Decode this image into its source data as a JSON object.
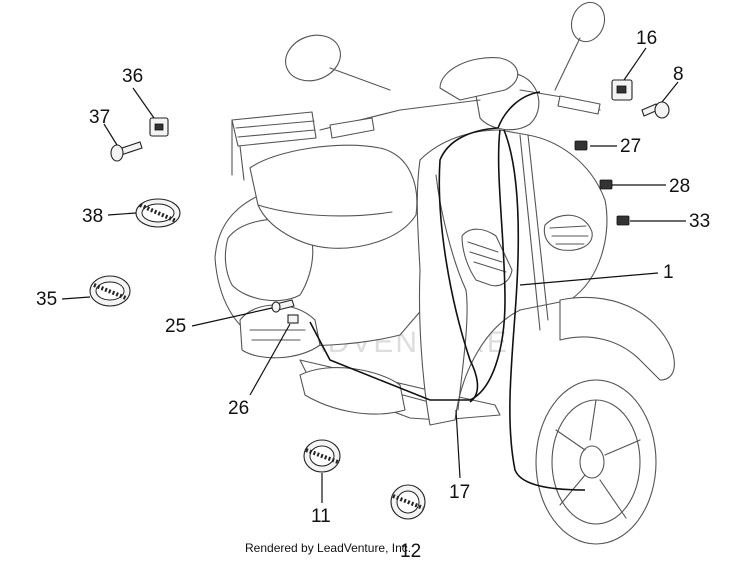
{
  "diagram": {
    "callouts": [
      {
        "id": "1",
        "label": "1"
      },
      {
        "id": "8",
        "label": "8"
      },
      {
        "id": "11",
        "label": "11"
      },
      {
        "id": "12",
        "label": "12"
      },
      {
        "id": "16",
        "label": "16"
      },
      {
        "id": "17",
        "label": "17"
      },
      {
        "id": "25",
        "label": "25"
      },
      {
        "id": "26",
        "label": "26"
      },
      {
        "id": "27",
        "label": "27"
      },
      {
        "id": "28",
        "label": "28"
      },
      {
        "id": "33",
        "label": "33"
      },
      {
        "id": "35",
        "label": "35"
      },
      {
        "id": "36",
        "label": "36"
      },
      {
        "id": "37",
        "label": "37"
      },
      {
        "id": "38",
        "label": "38"
      }
    ],
    "watermark_text": "LEADVENTURE",
    "footer": "Rendered by LeadVenture, Inc."
  }
}
